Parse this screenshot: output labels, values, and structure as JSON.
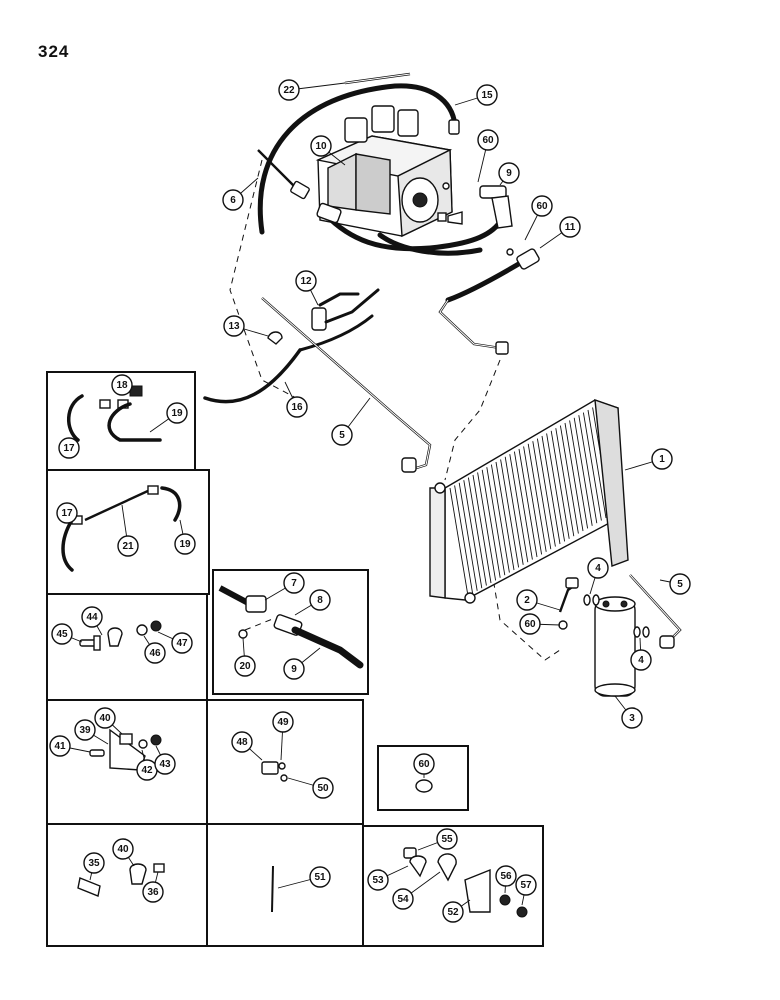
{
  "page_number": "324",
  "callouts": [
    {
      "id": "c22",
      "label": "22"
    },
    {
      "id": "c15",
      "label": "15"
    },
    {
      "id": "c10",
      "label": "10"
    },
    {
      "id": "c60a",
      "label": "60"
    },
    {
      "id": "c9a",
      "label": "9"
    },
    {
      "id": "c6",
      "label": "6"
    },
    {
      "id": "c60b",
      "label": "60"
    },
    {
      "id": "c11",
      "label": "11"
    },
    {
      "id": "c12",
      "label": "12"
    },
    {
      "id": "c13",
      "label": "13"
    },
    {
      "id": "c18",
      "label": "18"
    },
    {
      "id": "c19a",
      "label": "19"
    },
    {
      "id": "c17a",
      "label": "17"
    },
    {
      "id": "c16",
      "label": "16"
    },
    {
      "id": "c5a",
      "label": "5"
    },
    {
      "id": "c1",
      "label": "1"
    },
    {
      "id": "c17b",
      "label": "17"
    },
    {
      "id": "c21",
      "label": "21"
    },
    {
      "id": "c19b",
      "label": "19"
    },
    {
      "id": "c7",
      "label": "7"
    },
    {
      "id": "c8",
      "label": "8"
    },
    {
      "id": "c20",
      "label": "20"
    },
    {
      "id": "c9b",
      "label": "9"
    },
    {
      "id": "c4a",
      "label": "4"
    },
    {
      "id": "c5b",
      "label": "5"
    },
    {
      "id": "c2",
      "label": "2"
    },
    {
      "id": "c60c",
      "label": "60"
    },
    {
      "id": "c4b",
      "label": "4"
    },
    {
      "id": "c3",
      "label": "3"
    },
    {
      "id": "c44",
      "label": "44"
    },
    {
      "id": "c45",
      "label": "45"
    },
    {
      "id": "c46",
      "label": "46"
    },
    {
      "id": "c47",
      "label": "47"
    },
    {
      "id": "c40a",
      "label": "40"
    },
    {
      "id": "c39",
      "label": "39"
    },
    {
      "id": "c41",
      "label": "41"
    },
    {
      "id": "c42",
      "label": "42"
    },
    {
      "id": "c43",
      "label": "43"
    },
    {
      "id": "c49",
      "label": "49"
    },
    {
      "id": "c48",
      "label": "48"
    },
    {
      "id": "c50",
      "label": "50"
    },
    {
      "id": "c60d",
      "label": "60"
    },
    {
      "id": "c35",
      "label": "35"
    },
    {
      "id": "c40b",
      "label": "40"
    },
    {
      "id": "c36",
      "label": "36"
    },
    {
      "id": "c51",
      "label": "51"
    },
    {
      "id": "c55",
      "label": "55"
    },
    {
      "id": "c53",
      "label": "53"
    },
    {
      "id": "c54",
      "label": "54"
    },
    {
      "id": "c52",
      "label": "52"
    },
    {
      "id": "c56",
      "label": "56"
    },
    {
      "id": "c57",
      "label": "57"
    }
  ]
}
